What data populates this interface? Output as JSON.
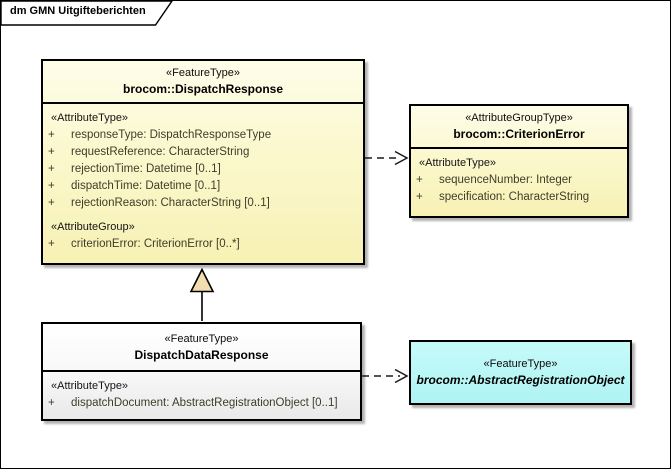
{
  "frame": {
    "title": "dm GMN Uitgifteberichten"
  },
  "colors": {
    "class_fill_top": "#FEFDE9",
    "class_fill_bottom": "#F7F1B4",
    "neutral_fill_bottom": "#E9E9E9",
    "object_fill": "#AFF3F3",
    "generalization_triangle_fill": "#F2DDB0",
    "line": "#000000",
    "attribute_text": "#3F3D28"
  },
  "boxes": {
    "dispatchResponse": {
      "stereotype": "«FeatureType»",
      "name": "brocom::DispatchResponse",
      "sections": [
        {
          "label": "«AttributeType»",
          "attributes": [
            {
              "vis": "+",
              "text": "responseType: DispatchResponseType"
            },
            {
              "vis": "+",
              "text": "requestReference: CharacterString"
            },
            {
              "vis": "+",
              "text": "rejectionTime: Datetime [0..1]"
            },
            {
              "vis": "+",
              "text": "dispatchTime: Datetime [0..1]"
            },
            {
              "vis": "+",
              "text": "rejectionReason: CharacterString [0..1]"
            }
          ]
        },
        {
          "label": "«AttributeGroup»",
          "attributes": [
            {
              "vis": "+",
              "text": "criterionError: CriterionError [0..*]"
            }
          ]
        }
      ]
    },
    "criterionError": {
      "stereotype": "«AttributeGroupType»",
      "name": "brocom::CriterionError",
      "sections": [
        {
          "label": "«AttributeType»",
          "attributes": [
            {
              "vis": "+",
              "text": "sequenceNumber: Integer"
            },
            {
              "vis": "+",
              "text": "specification: CharacterString"
            }
          ]
        }
      ]
    },
    "dispatchDataResponse": {
      "stereotype": "«FeatureType»",
      "name": "DispatchDataResponse",
      "sections": [
        {
          "label": "«AttributeType»",
          "attributes": [
            {
              "vis": "+",
              "text": "dispatchDocument: AbstractRegistrationObject [0..1]"
            }
          ]
        }
      ]
    },
    "abstractRegistrationObject": {
      "stereotype": "«FeatureType»",
      "name": "brocom::AbstractRegistrationObject"
    }
  },
  "relationships": [
    {
      "type": "dependency",
      "style": "dashed-open-arrow",
      "from": "brocom::DispatchResponse",
      "to": "brocom::CriterionError"
    },
    {
      "type": "generalization",
      "style": "solid-hollow-triangle",
      "from": "DispatchDataResponse",
      "to": "brocom::DispatchResponse"
    },
    {
      "type": "dependency",
      "style": "dashed-open-arrow",
      "from": "DispatchDataResponse",
      "to": "brocom::AbstractRegistrationObject"
    }
  ]
}
